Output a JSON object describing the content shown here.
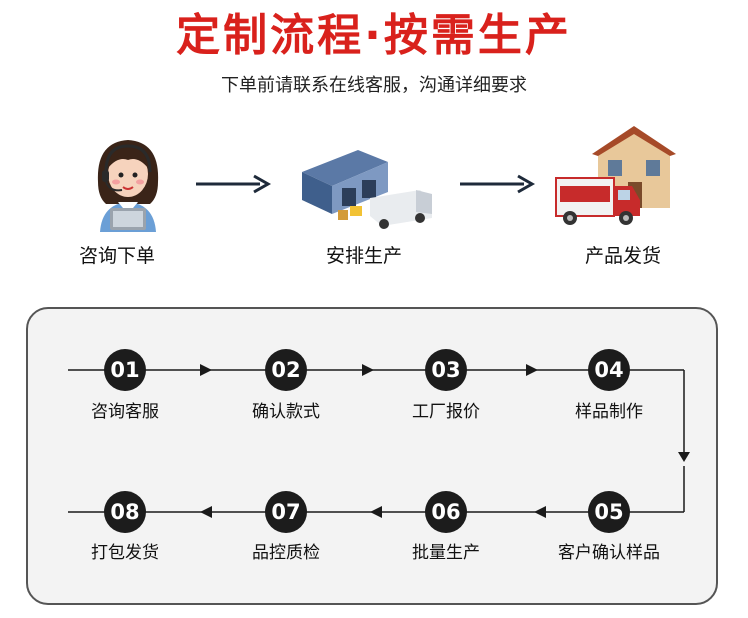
{
  "header": {
    "title": "定制流程·按需生产",
    "subtitle": "下单前请联系在线客服，沟通详细要求"
  },
  "steps": [
    {
      "label": "咨询下单",
      "icon": "customer-service-icon"
    },
    {
      "label": "安排生产",
      "icon": "factory-icon"
    },
    {
      "label": "产品发货",
      "icon": "delivery-truck-icon"
    }
  ],
  "process": {
    "row1": [
      {
        "num": "01",
        "label": "咨询客服"
      },
      {
        "num": "02",
        "label": "确认款式"
      },
      {
        "num": "03",
        "label": "工厂报价"
      },
      {
        "num": "04",
        "label": "样品制作"
      }
    ],
    "row2": [
      {
        "num": "05",
        "label": "客户确认样品"
      },
      {
        "num": "06",
        "label": "批量生产"
      },
      {
        "num": "07",
        "label": "品控质检"
      },
      {
        "num": "08",
        "label": "打包发货"
      }
    ]
  },
  "colors": {
    "title": "#d9211c",
    "node": "#1c1c1c",
    "arrow": "#1e2a3a"
  }
}
